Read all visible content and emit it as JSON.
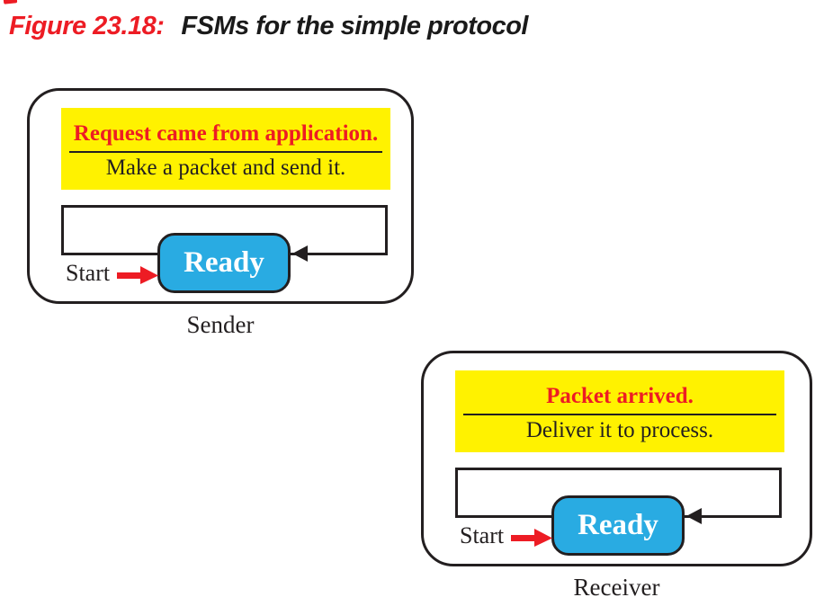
{
  "figure": {
    "label": "Figure 23.18:",
    "title": "FSMs for the simple protocol"
  },
  "colors": {
    "accent-red": "#ED1C24",
    "highlight-yellow": "#FFF200",
    "state-blue": "#29ABE2",
    "ink": "#231F20"
  },
  "fsms": [
    {
      "caption": "Sender",
      "event": "Request came from application.",
      "action": "Make a packet and send it.",
      "state": "Ready",
      "start_label": "Start"
    },
    {
      "caption": "Receiver",
      "event": "Packet arrived.",
      "action": "Deliver it to process.",
      "state": "Ready",
      "start_label": "Start"
    }
  ]
}
